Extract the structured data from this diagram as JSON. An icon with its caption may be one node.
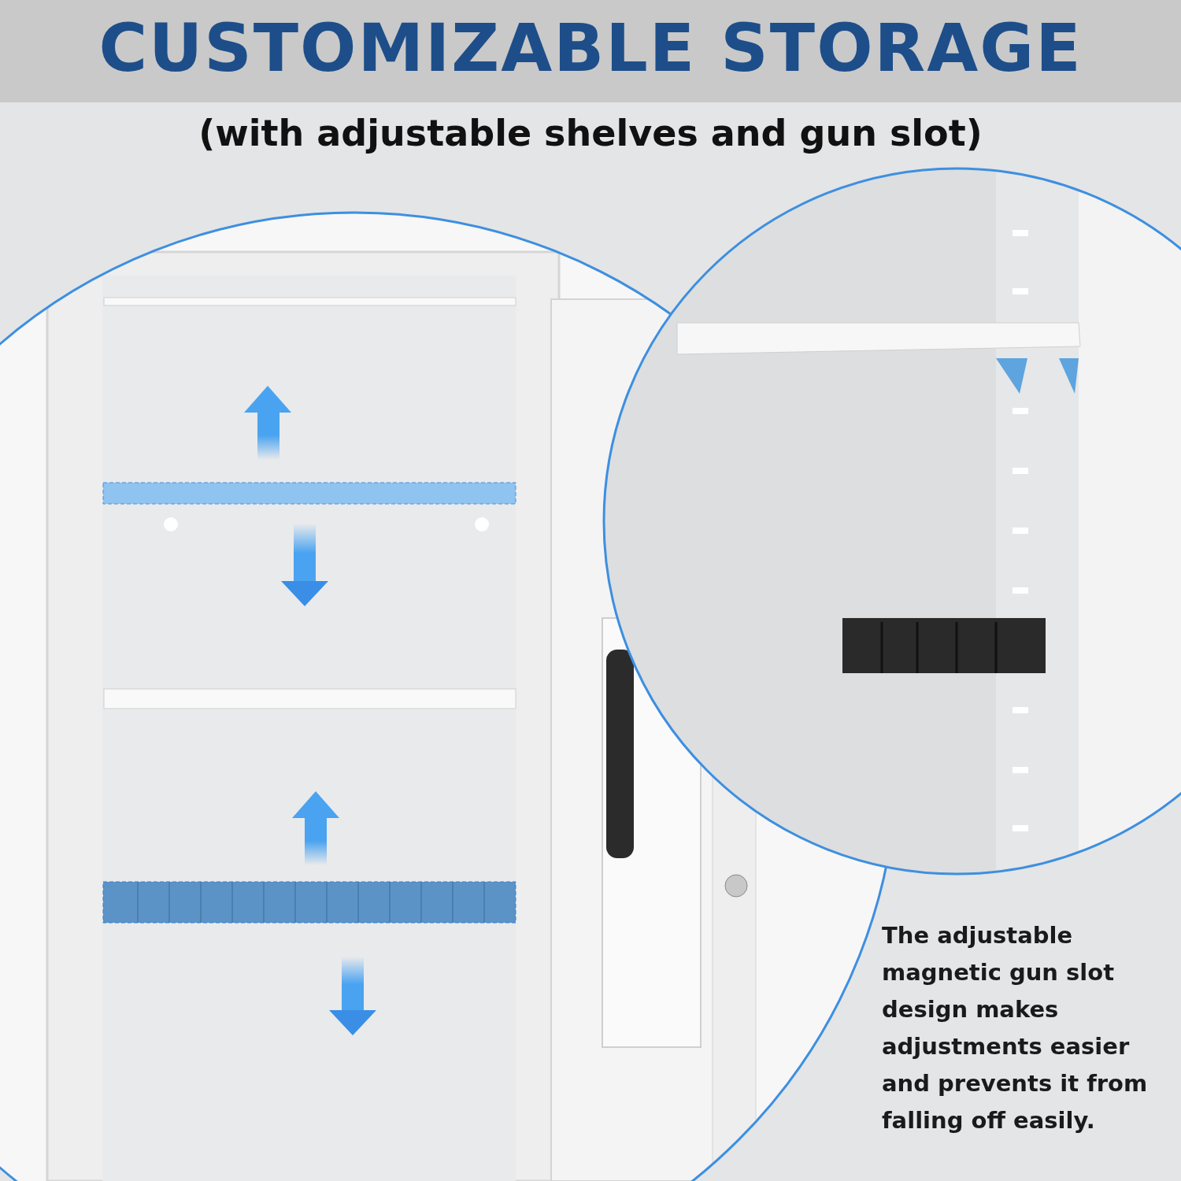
{
  "diagram": {
    "title": "CUSTOMIZABLE STORAGE",
    "labels": [
      "(with adjustable shelves and gun slot)",
      "The adjustable magnetic gun slot design makes adjustments easier and prevents it from falling off easily."
    ]
  }
}
